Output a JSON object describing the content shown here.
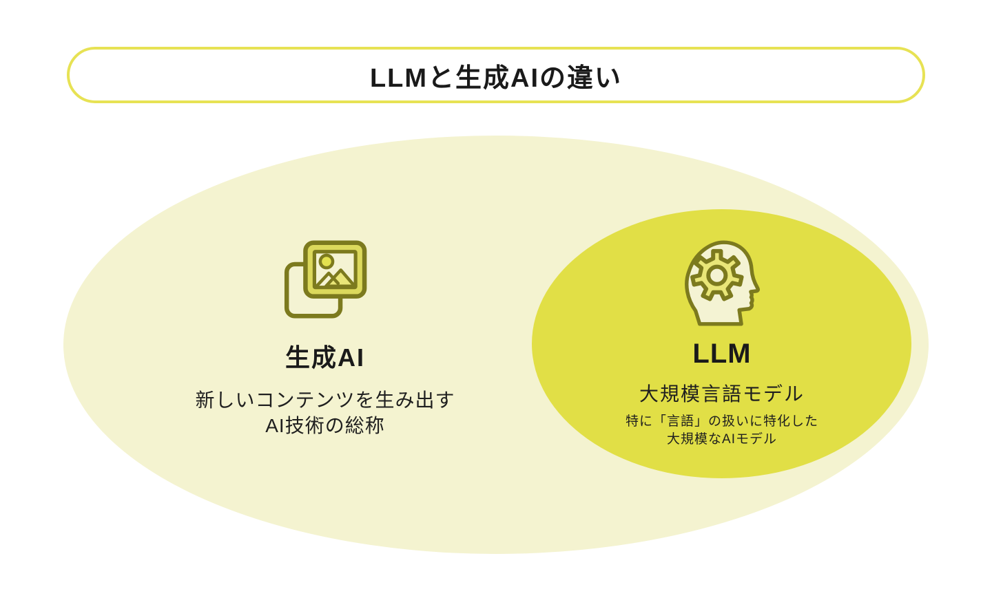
{
  "title": {
    "text": "LLMと生成AIの違い"
  },
  "diagram": {
    "outer_set": {
      "label": "生成AI",
      "description_line1": "新しいコンテンツを生み出す",
      "description_line2": "AI技術の総称",
      "icon": "images-icon"
    },
    "inner_set": {
      "label": "LLM",
      "subtitle": "大規模言語モデル",
      "note_line1": "特に「言語」の扱いに特化した",
      "note_line2": "大規模なAIモデル",
      "icon": "head-gear-icon"
    }
  },
  "colors": {
    "title-border": "#E7E254",
    "outer-ellipse-fill": "#F4F3D0",
    "inner-ellipse-fill": "#E1DF46",
    "icon-stroke": "#7C7A1E",
    "icon-frame-fill": "#DCD95C",
    "icon-pale-fill": "#F4F3D3",
    "icon-accent-fill": "#E3E14F",
    "gear-fill": "#E9E678",
    "text": "#1A1A1A"
  }
}
